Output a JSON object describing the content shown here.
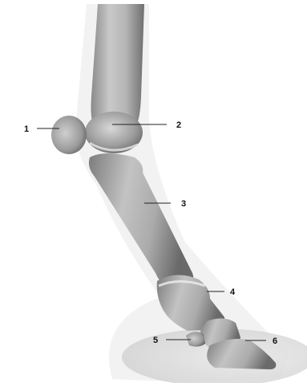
{
  "callouts": [
    {
      "id": "1",
      "text": "1"
    },
    {
      "id": "2",
      "text": "2"
    },
    {
      "id": "3",
      "text": "3"
    },
    {
      "id": "4",
      "text": "4"
    },
    {
      "id": "5",
      "text": "5"
    },
    {
      "id": "6",
      "text": "6"
    }
  ],
  "colors": {
    "background": "#ffffff",
    "bone_light": "#e2e2e2",
    "bone_mid": "#a9a9a9",
    "bone_dark": "#6e6e6e",
    "hoof_base": "#d9d9d9",
    "text": "#111111"
  }
}
